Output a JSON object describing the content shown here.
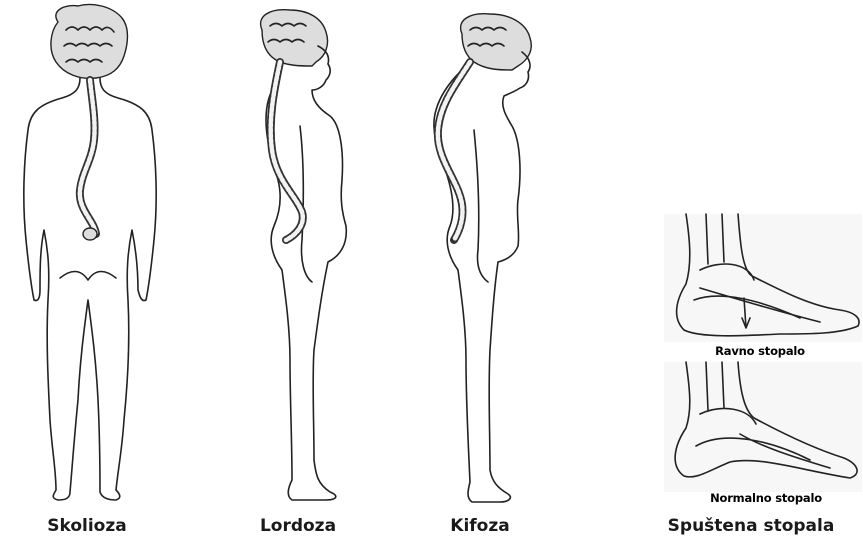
{
  "figures": [
    {
      "id": "skolioza",
      "caption": "Skolioza"
    },
    {
      "id": "lordoza",
      "caption": "Lordoza"
    },
    {
      "id": "kifoza",
      "caption": "Kifoza"
    },
    {
      "id": "spustena",
      "caption": "Spuštena stopala"
    }
  ],
  "foot_labels": {
    "top": "Ravno stopalo",
    "bottom": "Normalno stopalo"
  }
}
